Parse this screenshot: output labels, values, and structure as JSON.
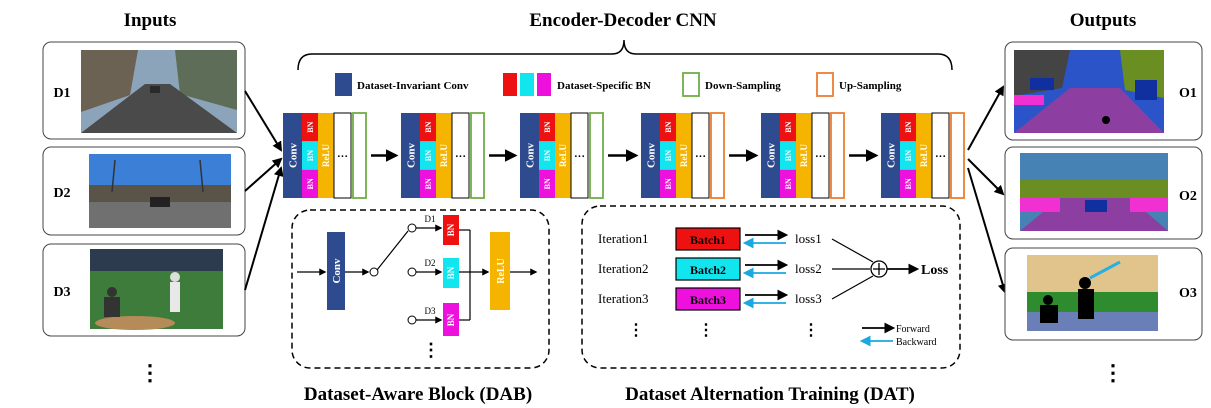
{
  "colors": {
    "conv": "#2e4b8f",
    "bn_red": "#ee1111",
    "bn_cyan": "#11e6ee",
    "bn_magenta": "#ee11dd",
    "relu": "#f5b400",
    "downsample": "#70ad47",
    "upsample": "#ed7d31",
    "backward": "#1aa8e0"
  },
  "headers": {
    "inputs": "Inputs",
    "outputs": "Outputs",
    "encoder_decoder": "Encoder-Decoder CNN",
    "dab": "Dataset-Aware Block (DAB)",
    "dat": "Dataset Alternation Training (DAT)"
  },
  "legend": {
    "conv": "Dataset-Invariant Conv",
    "bn": "Dataset-Specific BN",
    "down": "Down-Sampling",
    "up": "Up-Sampling"
  },
  "inputs": [
    {
      "label": "D1",
      "icon": "street-scene-photo-icon"
    },
    {
      "label": "D2",
      "icon": "road-scene-photo-icon"
    },
    {
      "label": "D3",
      "icon": "baseball-scene-photo-icon"
    }
  ],
  "outputs": [
    {
      "label": "O1",
      "icon": "segmentation-map-1-icon"
    },
    {
      "label": "O2",
      "icon": "segmentation-map-2-icon"
    },
    {
      "label": "O3",
      "icon": "segmentation-map-3-icon"
    }
  ],
  "block": {
    "conv": "Conv",
    "bn": "BN",
    "relu": "ReLU",
    "ellipsis": "···",
    "stage_types": [
      "down",
      "down",
      "down",
      "up",
      "up",
      "up"
    ]
  },
  "dab": {
    "conv": "Conv",
    "bn": "BN",
    "relu": "ReLU",
    "branches": [
      "D1",
      "D2",
      "D3"
    ]
  },
  "dat": {
    "rows": [
      {
        "iteration": "Iteration1",
        "batch": "Batch1",
        "loss": "loss1"
      },
      {
        "iteration": "Iteration2",
        "batch": "Batch2",
        "loss": "loss2"
      },
      {
        "iteration": "Iteration3",
        "batch": "Batch3",
        "loss": "loss3"
      }
    ],
    "loss": "Loss",
    "forward": "Forward",
    "backward": "Backward",
    "dots": "⋮"
  },
  "dots": "⋮"
}
